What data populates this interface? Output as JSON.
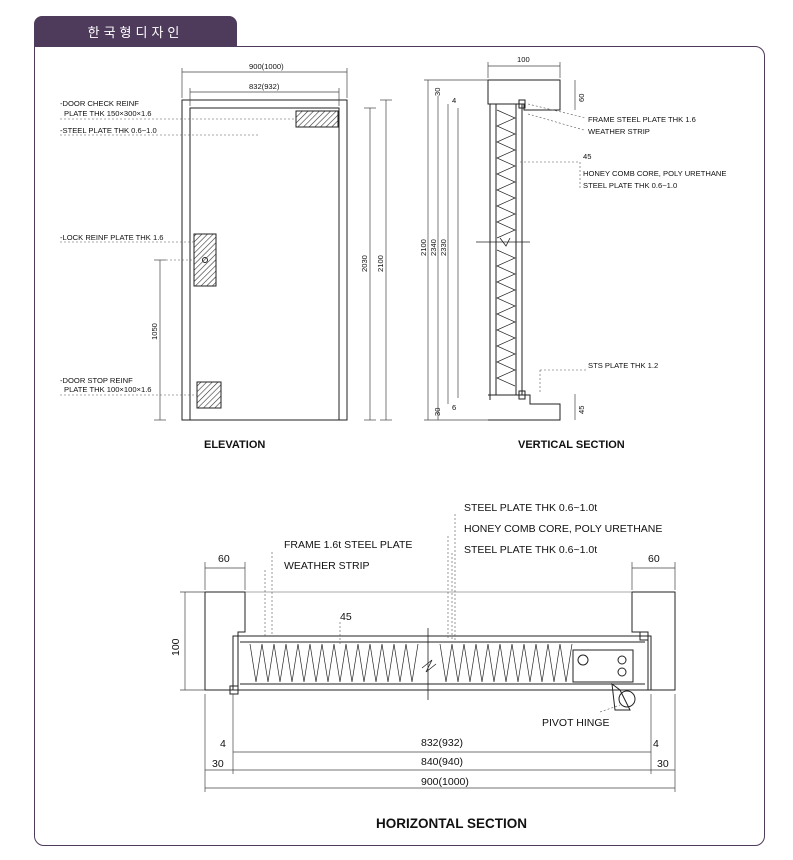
{
  "header": {
    "tab_label": "한국형디자인"
  },
  "elevation": {
    "title": "ELEVATION",
    "labels": {
      "door_check_1": "-DOOR CHECK REINF",
      "door_check_2": "PLATE THK 150×300×1.6",
      "steel_plate": "-STEEL PLATE THK 0.6~1.0",
      "lock_reinf": "-LOCK REINF PLATE THK 1.6",
      "door_stop_1": "-DOOR STOP REINF",
      "door_stop_2": "PLATE THK 100×100×1.6"
    },
    "dims": {
      "outer_width": "900(1000)",
      "inner_width": "832(932)",
      "inner_height": "2030",
      "outer_height": "2100",
      "lock_height": "1050"
    }
  },
  "vertical_section": {
    "title": "VERTICAL SECTION",
    "labels": {
      "frame": "FRAME STEEL PLATE THK 1.6",
      "weather": "WEATHER STRIP",
      "angle": "45",
      "honeycomb": "HONEY COMB CORE, POLY URETHANE",
      "steel": "STEEL PLATE THK 0.6~1.0",
      "sts": "STS PLATE THK 1.2"
    },
    "dims": {
      "top": "100",
      "right_top": "60",
      "left_top": "30",
      "top_small": "4",
      "left_bottom": "30",
      "bottom_small": "6",
      "right_bottom": "45",
      "h1": "2100",
      "h2": "2340",
      "h3": "2330"
    }
  },
  "horizontal_section": {
    "title": "HORIZONTAL SECTION",
    "labels": {
      "steel_plate_1": "STEEL PLATE THK 0.6~1.0t",
      "honeycomb": "HONEY COMB CORE, POLY URETHANE",
      "steel_plate_2": "STEEL PLATE THK 0.6~1.0t",
      "frame": "FRAME 1.6t STEEL PLATE",
      "weather": "WEATHER STRIP",
      "angle": "45",
      "pivot": "PIVOT HINGE"
    },
    "dims": {
      "left_60": "60",
      "right_60": "60",
      "depth": "100",
      "left_4": "4",
      "right_4": "4",
      "left_30": "30",
      "right_30": "30",
      "inner": "832(932)",
      "mid": "840(940)",
      "outer": "900(1000)"
    }
  }
}
